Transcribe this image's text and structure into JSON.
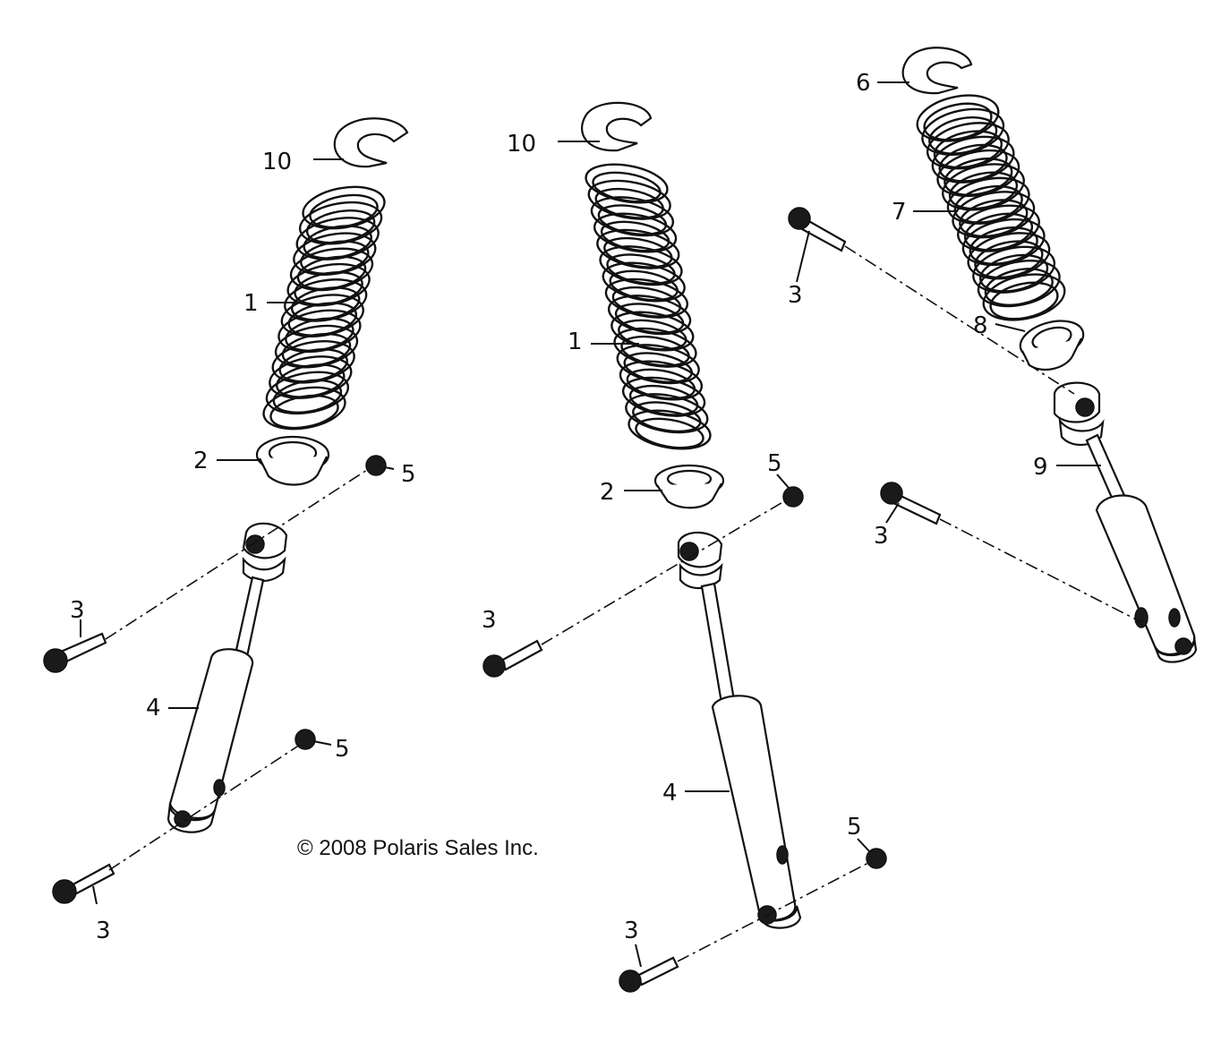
{
  "diagram": {
    "copyright": "© 2008 Polaris Sales Inc.",
    "callouts": {
      "a_spring": "1",
      "a_seat": "2",
      "a_bolt_top": "3",
      "a_shock": "4",
      "a_nut_top": "5",
      "a_nut_bottom": "5",
      "a_bolt_bottom": "3",
      "a_retainer": "10",
      "b_retainer": "10",
      "b_spring": "1",
      "b_seat": "2",
      "b_nut_top": "5",
      "b_bolt_top": "3",
      "b_shock": "4",
      "b_nut_bottom": "5",
      "b_bolt_bottom": "3",
      "c_retainer": "6",
      "c_spring": "7",
      "c_bolt_top": "3",
      "c_seat": "8",
      "c_shock": "9",
      "c_bolt_bottom": "3"
    }
  }
}
